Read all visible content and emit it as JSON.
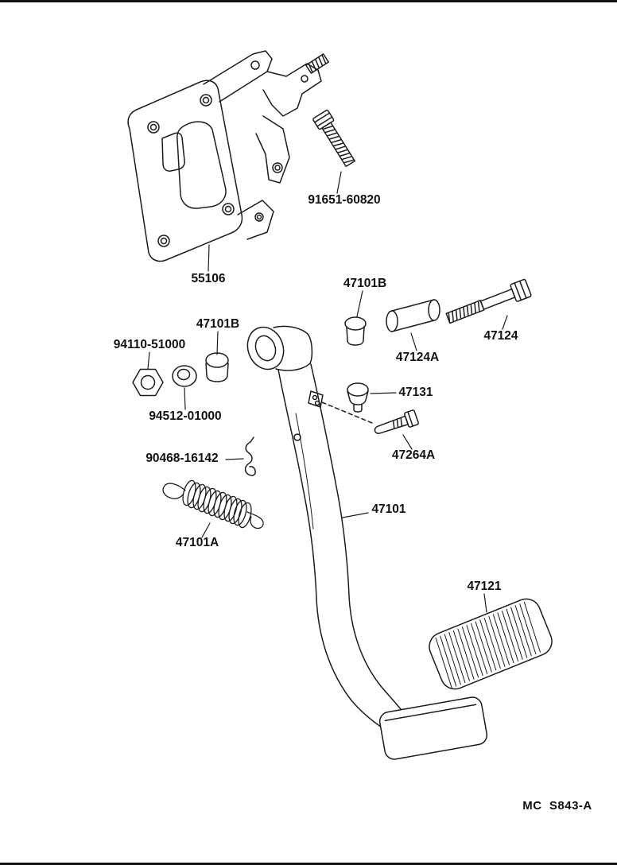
{
  "page": {
    "footer_code": "MC  S843-A",
    "line_color": "#1c1c1c",
    "background": "#ffffff"
  },
  "labels": {
    "bracket": "55106",
    "bolt_upper": "91651-60820",
    "bushing_right": "47101B",
    "bushing_left": "47101B",
    "nut": "94110-51000",
    "washer": "94512-01000",
    "collar": "47124A",
    "pivot_bolt": "47124",
    "stopper": "47131",
    "pin": "47264A",
    "clip": "90468-16142",
    "spring": "47101A",
    "pedal_arm": "47101",
    "pedal_pad": "47121"
  }
}
